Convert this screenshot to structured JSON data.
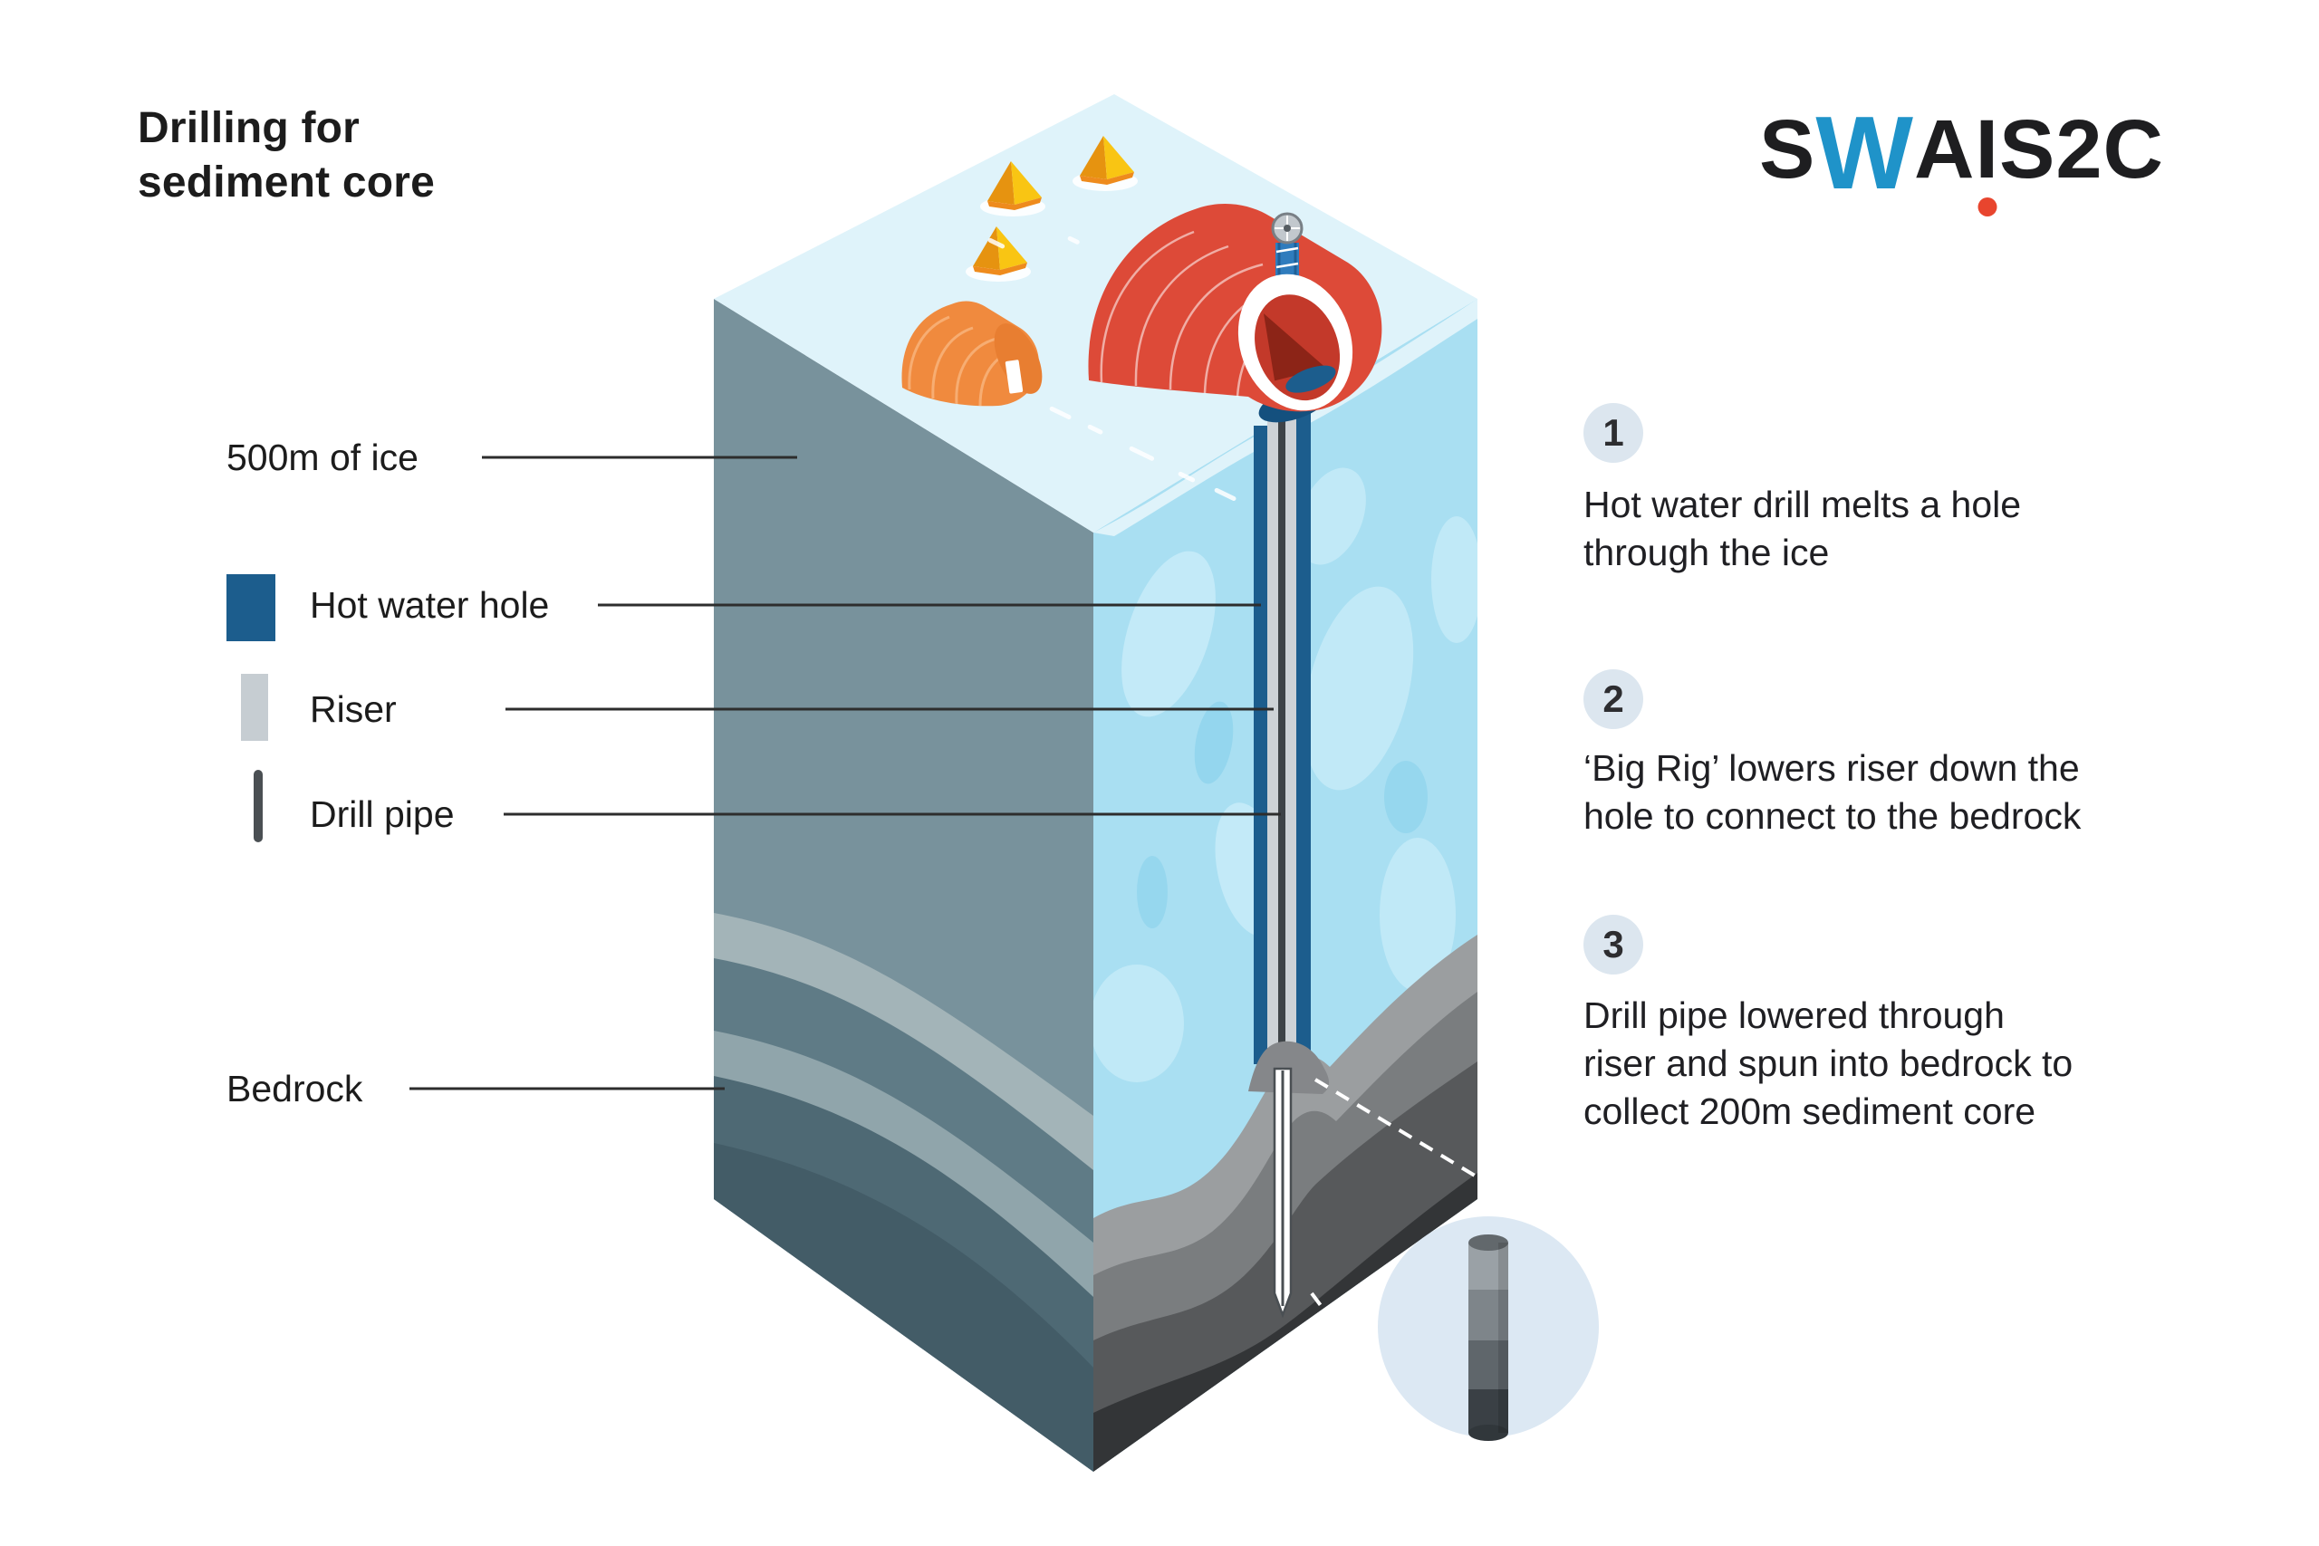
{
  "title": {
    "line1": "Drilling for",
    "line2": "sediment core"
  },
  "logo": {
    "part_s": "S",
    "part_w": "W",
    "part_a": "A",
    "part_i": "I",
    "part_rest": "S2C",
    "w_color": "#1f93c9",
    "dot_color": "#e8452e"
  },
  "legend": {
    "ice_label": "500m of ice",
    "hot_water_hole": {
      "label": "Hot water hole",
      "swatch_color": "#1c5d8d"
    },
    "riser": {
      "label": "Riser",
      "swatch_color": "#c6cdd2"
    },
    "drill_pipe": {
      "label": "Drill pipe",
      "swatch_color": "#4a4f53"
    },
    "bedrock_label": "Bedrock"
  },
  "steps": [
    {
      "number": "1",
      "line1": "Hot water drill melts a hole",
      "line2": "through the ice",
      "line3": ""
    },
    {
      "number": "2",
      "line1": "‘Big Rig’ lowers riser down the",
      "line2": "hole to connect to the bedrock",
      "line3": ""
    },
    {
      "number": "3",
      "line1": "Drill pipe lowered through",
      "line2": "riser and spun into bedrock to",
      "line3": "collect 200m sediment core"
    }
  ],
  "diagram": {
    "colors": {
      "ice_top": "#dff3fa",
      "ice_face": "#a9dff2",
      "ice_face_light": "#c5ebf8",
      "glacier_face": "#78929c",
      "hole_blue": "#1c5d8d",
      "riser_gray": "#cdd2d6",
      "drill_pipe": "#3e4347",
      "building_red": "#dd4a38",
      "hut_orange": "#f08a3e",
      "tent_yellow": "#f9c513",
      "badge_bg": "#dce6ef",
      "inset_bg": "#dce8f3"
    },
    "core_colors": {
      "cap": "#62686c",
      "seg1": "#9aa1a6",
      "seg2": "#7e858a",
      "seg3": "#5f666b",
      "seg4": "#3a4045",
      "bottom": "#31373b"
    }
  }
}
